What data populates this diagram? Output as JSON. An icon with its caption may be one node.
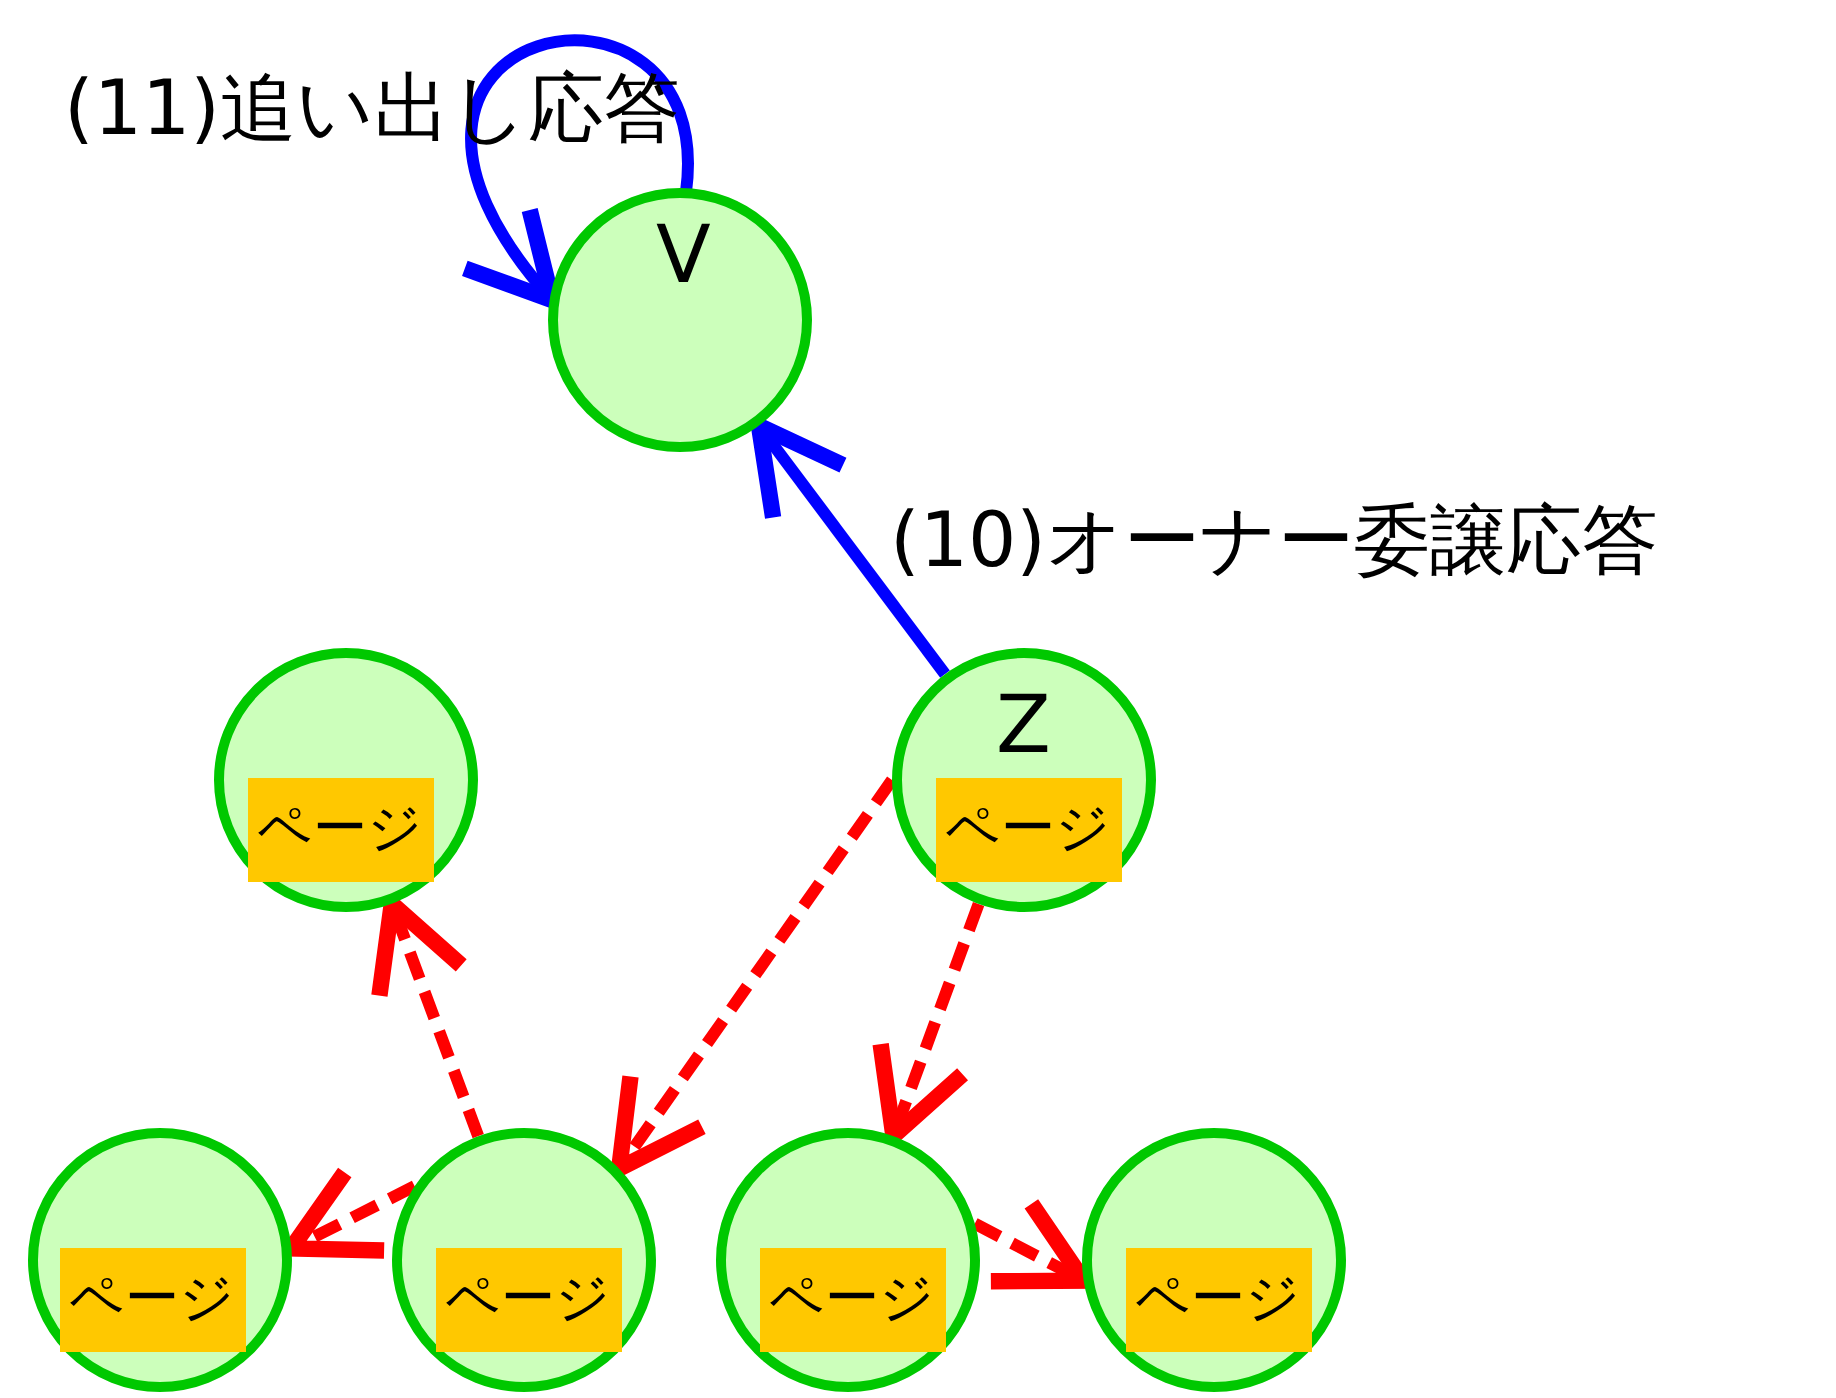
{
  "diagram": {
    "nodes": [
      {
        "text": [
          "V"
        ]
      },
      {
        "text": [],
        "shape": "circle"
      },
      {
        "text": [
          "ページ"
        ],
        "in": 1
      },
      {
        "text": [
          "Z"
        ]
      },
      {
        "text": [
          "ページ"
        ],
        "in": 3
      },
      {
        "text": [],
        "shape": "circle"
      },
      {
        "text": [
          "ページ"
        ],
        "in": 5
      },
      {
        "text": [],
        "shape": "circle"
      },
      {
        "text": [
          "ページ"
        ],
        "in": 7
      },
      {
        "text": [],
        "shape": "circle"
      },
      {
        "text": [
          "ページ"
        ],
        "in": 9
      },
      {
        "text": [],
        "shape": "circle"
      },
      {
        "text": [
          "ページ"
        ],
        "in": 11
      }
    ],
    "edges": [
      {
        "from": 3,
        "to": 0,
        "arrow": "to",
        "label": "(10)オーナー委譲応答",
        "color": "#0000ff"
      },
      {
        "from": 0,
        "to": 0,
        "arrow": "to",
        "label": "(11)追い出し応答",
        "color": "#0000ff"
      },
      {
        "from": 7,
        "to": 1,
        "arrow": "to",
        "style": "dashed"
      },
      {
        "from": 7,
        "to": 5,
        "arrow": "to",
        "style": "dashed"
      },
      {
        "from": 3,
        "to": 7,
        "arrow": "to",
        "style": "dashed"
      },
      {
        "from": 3,
        "to": 9,
        "arrow": "to",
        "style": "dashed"
      },
      {
        "from": 9,
        "to": 11,
        "arrow": "to",
        "style": "dashed"
      }
    ]
  }
}
